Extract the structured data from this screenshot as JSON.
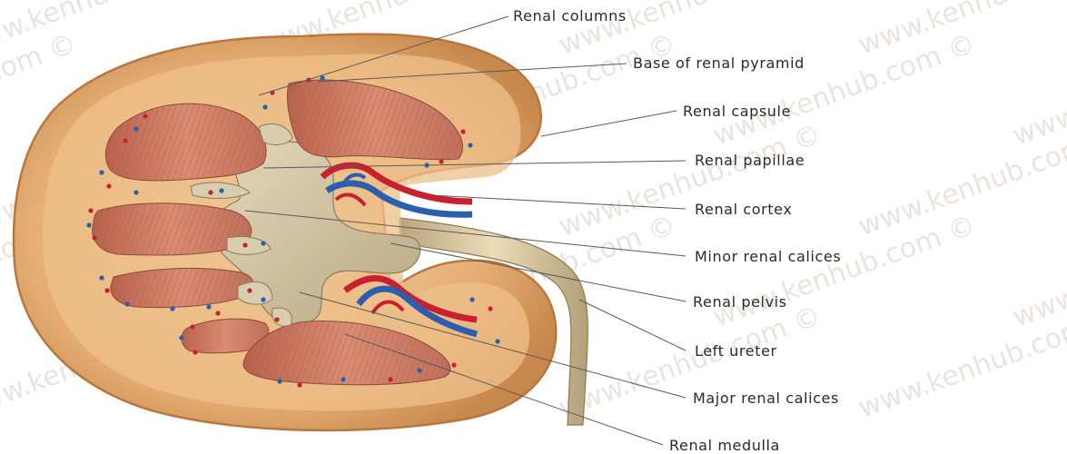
{
  "watermark": "www.kenhub.com ©",
  "labels": [
    {
      "id": "renal-columns",
      "text": "Renal columns"
    },
    {
      "id": "base-of-renal-pyramid",
      "text": "Base of renal pyramid"
    },
    {
      "id": "renal-capsule",
      "text": "Renal capsule"
    },
    {
      "id": "renal-papillae",
      "text": "Renal papillae"
    },
    {
      "id": "renal-cortex",
      "text": "Renal cortex"
    },
    {
      "id": "minor-renal-calices",
      "text": "Minor renal calices"
    },
    {
      "id": "renal-pelvis",
      "text": "Renal pelvis"
    },
    {
      "id": "left-ureter",
      "text": "Left ureter"
    },
    {
      "id": "major-renal-calices",
      "text": "Major renal calices"
    },
    {
      "id": "renal-medulla",
      "text": "Renal medulla"
    }
  ],
  "colors": {
    "capsule": "#c98a52",
    "cortex": "#e3ac72",
    "cortex_light": "#f0c996",
    "pyramid": "#c9745f",
    "pyramid_stripe": "#a85744",
    "pelvis": "#cfc2a2",
    "ureter": "#d8c8a4",
    "artery": "#c8202e",
    "vein": "#2a5fb0",
    "leader": "#5a5a5a",
    "label_text": "#2a2a2a",
    "watermark": "#e8e2dc"
  }
}
